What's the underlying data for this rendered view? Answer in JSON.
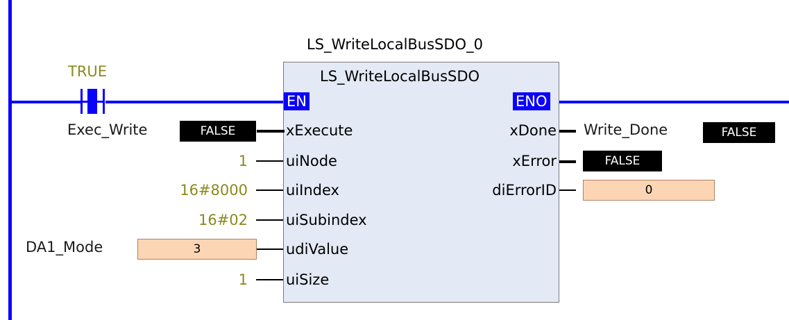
{
  "block": {
    "instance_name": "LS_WriteLocalBusSDO_0",
    "type_name": "LS_WriteLocalBusSDO",
    "en": "EN",
    "eno": "ENO",
    "inputs": [
      "xExecute",
      "uiNode",
      "uiIndex",
      "uiSubindex",
      "udiValue",
      "uiSize"
    ],
    "outputs": [
      "xDone",
      "xError",
      "diErrorID"
    ]
  },
  "contact": {
    "value": "TRUE"
  },
  "input_values": {
    "exec_write_var": "Exec_Write",
    "exec_write_val": "FALSE",
    "node": "1",
    "index": "16#8000",
    "subindex": "16#02",
    "mode_var": "DA1_Mode",
    "mode_val": "3",
    "size": "1"
  },
  "output_values": {
    "done_var": "Write_Done",
    "done_val": "FALSE",
    "error_val": "FALSE",
    "error_id_val": "0"
  },
  "colors": {
    "power_rail": "#0a00ff",
    "constant": "#8a8a1e",
    "block_fill": "#e4e9f6",
    "online_value_bg": "#fcd6b4"
  }
}
